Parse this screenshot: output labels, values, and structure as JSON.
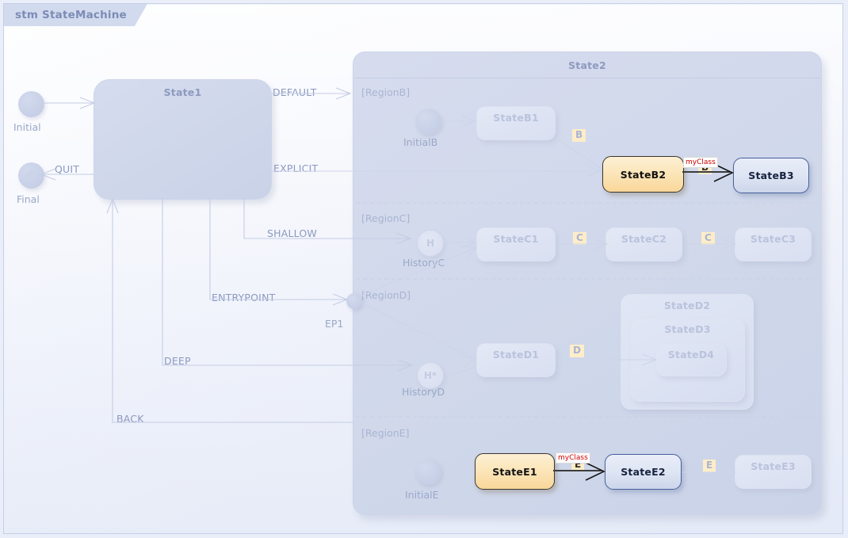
{
  "diagram": {
    "tab_label": "stm StateMachine",
    "kind": "uml-state-machine"
  },
  "nodes": {
    "initial": "Initial",
    "final": "Final",
    "state1": "State1",
    "state2": "State2",
    "ep1": "EP1",
    "initialB": "InitialB",
    "stateB1": "StateB1",
    "stateB2": "StateB2",
    "stateB3": "StateB3",
    "historyC": "HistoryC",
    "historyC_glyph": "H",
    "stateC1": "StateC1",
    "stateC2": "StateC2",
    "stateC3": "StateC3",
    "historyD": "HistoryD",
    "historyD_glyph": "H*",
    "stateD1": "StateD1",
    "stateD2": "StateD2",
    "stateD3": "StateD3",
    "stateD4": "StateD4",
    "initialE": "InitialE",
    "stateE1": "StateE1",
    "stateE2": "StateE2",
    "stateE3": "StateE3"
  },
  "regions": {
    "regionB": "[RegionB]",
    "regionC": "[RegionC]",
    "regionD": "[RegionD]",
    "regionE": "[RegionE]"
  },
  "transitions": {
    "default": "DEFAULT",
    "explicit": "EXPLICIT",
    "shallow": "SHALLOW",
    "entrypoint": "ENTRYPOINT",
    "deep": "DEEP",
    "back": "BACK",
    "quit": "QUIT"
  },
  "events": {
    "b": "B",
    "b2": "B",
    "c1": "C",
    "c2": "C",
    "d": "D",
    "e1": "E",
    "e2": "E"
  },
  "stereotypes": {
    "b_link": "myClass",
    "e_link": "myClass"
  },
  "colors": {
    "canvas_bg": "#f4f6fc",
    "frame_bg": "#eaeef8",
    "tab_bg": "#d2daee",
    "tab_text": "#7d8cb5",
    "container_fill": "#d0d8ea",
    "faded_fill": "#e0e6f4",
    "faded_text": "#b9c3dd",
    "highlight_orange": "#fbe3b4",
    "highlight_orange_border": "#3a3630",
    "highlight_blue": "#dde4f3",
    "highlight_blue_border": "#46609c",
    "badge_fill": "#fdedc8",
    "stereotype_text": "#cc0000",
    "edge": "#c4cde4",
    "edge_active": "#3c3c3c"
  }
}
